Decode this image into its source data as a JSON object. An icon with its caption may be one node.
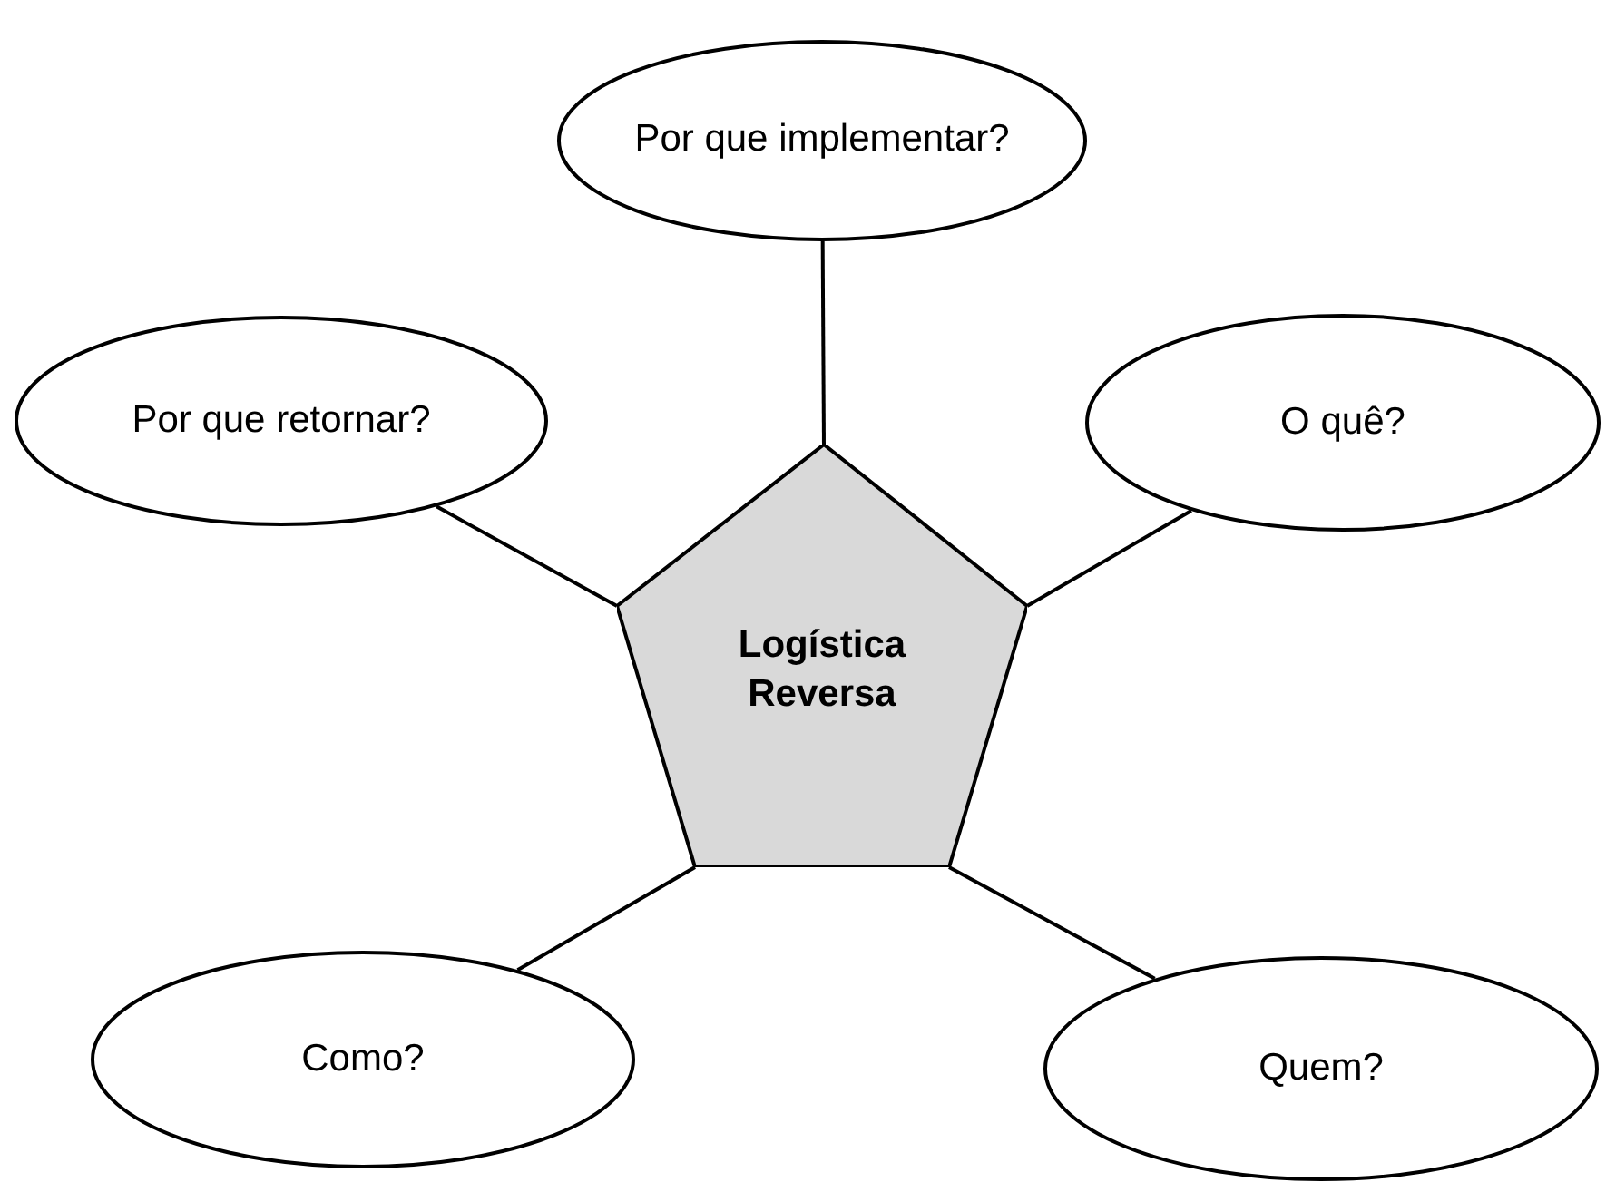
{
  "diagram": {
    "nodes": [
      {
        "text": [
          "Logística Reversa"
        ]
      },
      {
        "text": [
          "Por que implementar?"
        ]
      },
      {
        "text": [
          "Por que retornar?"
        ]
      },
      {
        "text": [
          "O quê?"
        ]
      },
      {
        "text": [
          "Como?"
        ]
      },
      {
        "text": [
          "Quem?"
        ]
      }
    ],
    "edges": [
      {
        "from": 0,
        "to": 1,
        "arrow": "none"
      },
      {
        "from": 0,
        "to": 2,
        "arrow": "none"
      },
      {
        "from": 0,
        "to": 3,
        "arrow": "none"
      },
      {
        "from": 0,
        "to": 4,
        "arrow": "none"
      },
      {
        "from": 0,
        "to": 5,
        "arrow": "none"
      }
    ]
  }
}
